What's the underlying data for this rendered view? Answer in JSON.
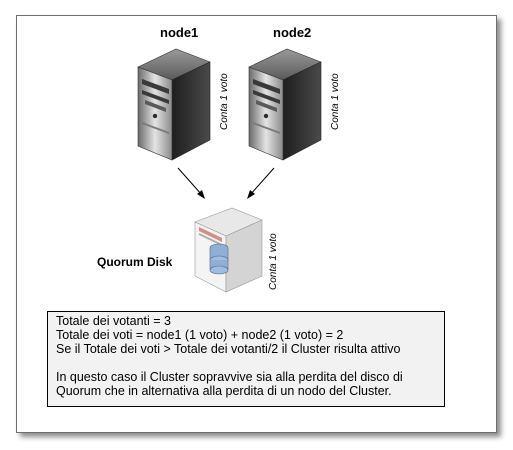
{
  "nodes": [
    {
      "name": "node1",
      "vote": "Conta 1 voto"
    },
    {
      "name": "node2",
      "vote": "Conta 1 voto"
    }
  ],
  "quorum": {
    "name": "Quorum Disk",
    "vote": "Conta 1 voto"
  },
  "info": {
    "line1": "Totale dei votanti = 3",
    "line2": "Totale dei voti  = node1 (1 voto) + node2 (1 voto) = 2",
    "line3": "Se il Totale dei voti > Totale dei votanti/2 il Cluster risulta attivo",
    "line4": "In questo caso il Cluster sopravvive sia alla perdita del disco di",
    "line5": "Quorum che in alternativa alla perdita di un nodo del Cluster."
  }
}
